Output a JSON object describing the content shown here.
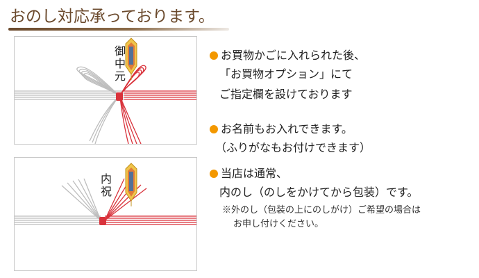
{
  "header": {
    "title": "おのし対応承っております。"
  },
  "cards": [
    {
      "noshi_label": "御中元",
      "variant": "outer"
    },
    {
      "noshi_label": "内祝",
      "variant": "inner"
    }
  ],
  "colors": {
    "title_brown": "#6b4a2d",
    "bullet_orange": "#f39800",
    "mizuhiki_red": "#d9323b",
    "mizuhiki_silver": "#b9b9b9"
  },
  "info": {
    "block1": {
      "line1": "お買物かごに入れられた後、",
      "line2": "「お買物オプション」にて",
      "line3": "ご指定欄を設けております"
    },
    "block2": {
      "line1": "お名前もお入れできます。",
      "line2": "（ふりがなもお付けできます）"
    },
    "block3": {
      "line1": "当店は通常、",
      "line2": "内のし（のしをかけてから包装）です。",
      "note1": "※外のし（包装の上にのしがけ）ご希望の場合は",
      "note2": "お申し付けください。"
    }
  }
}
